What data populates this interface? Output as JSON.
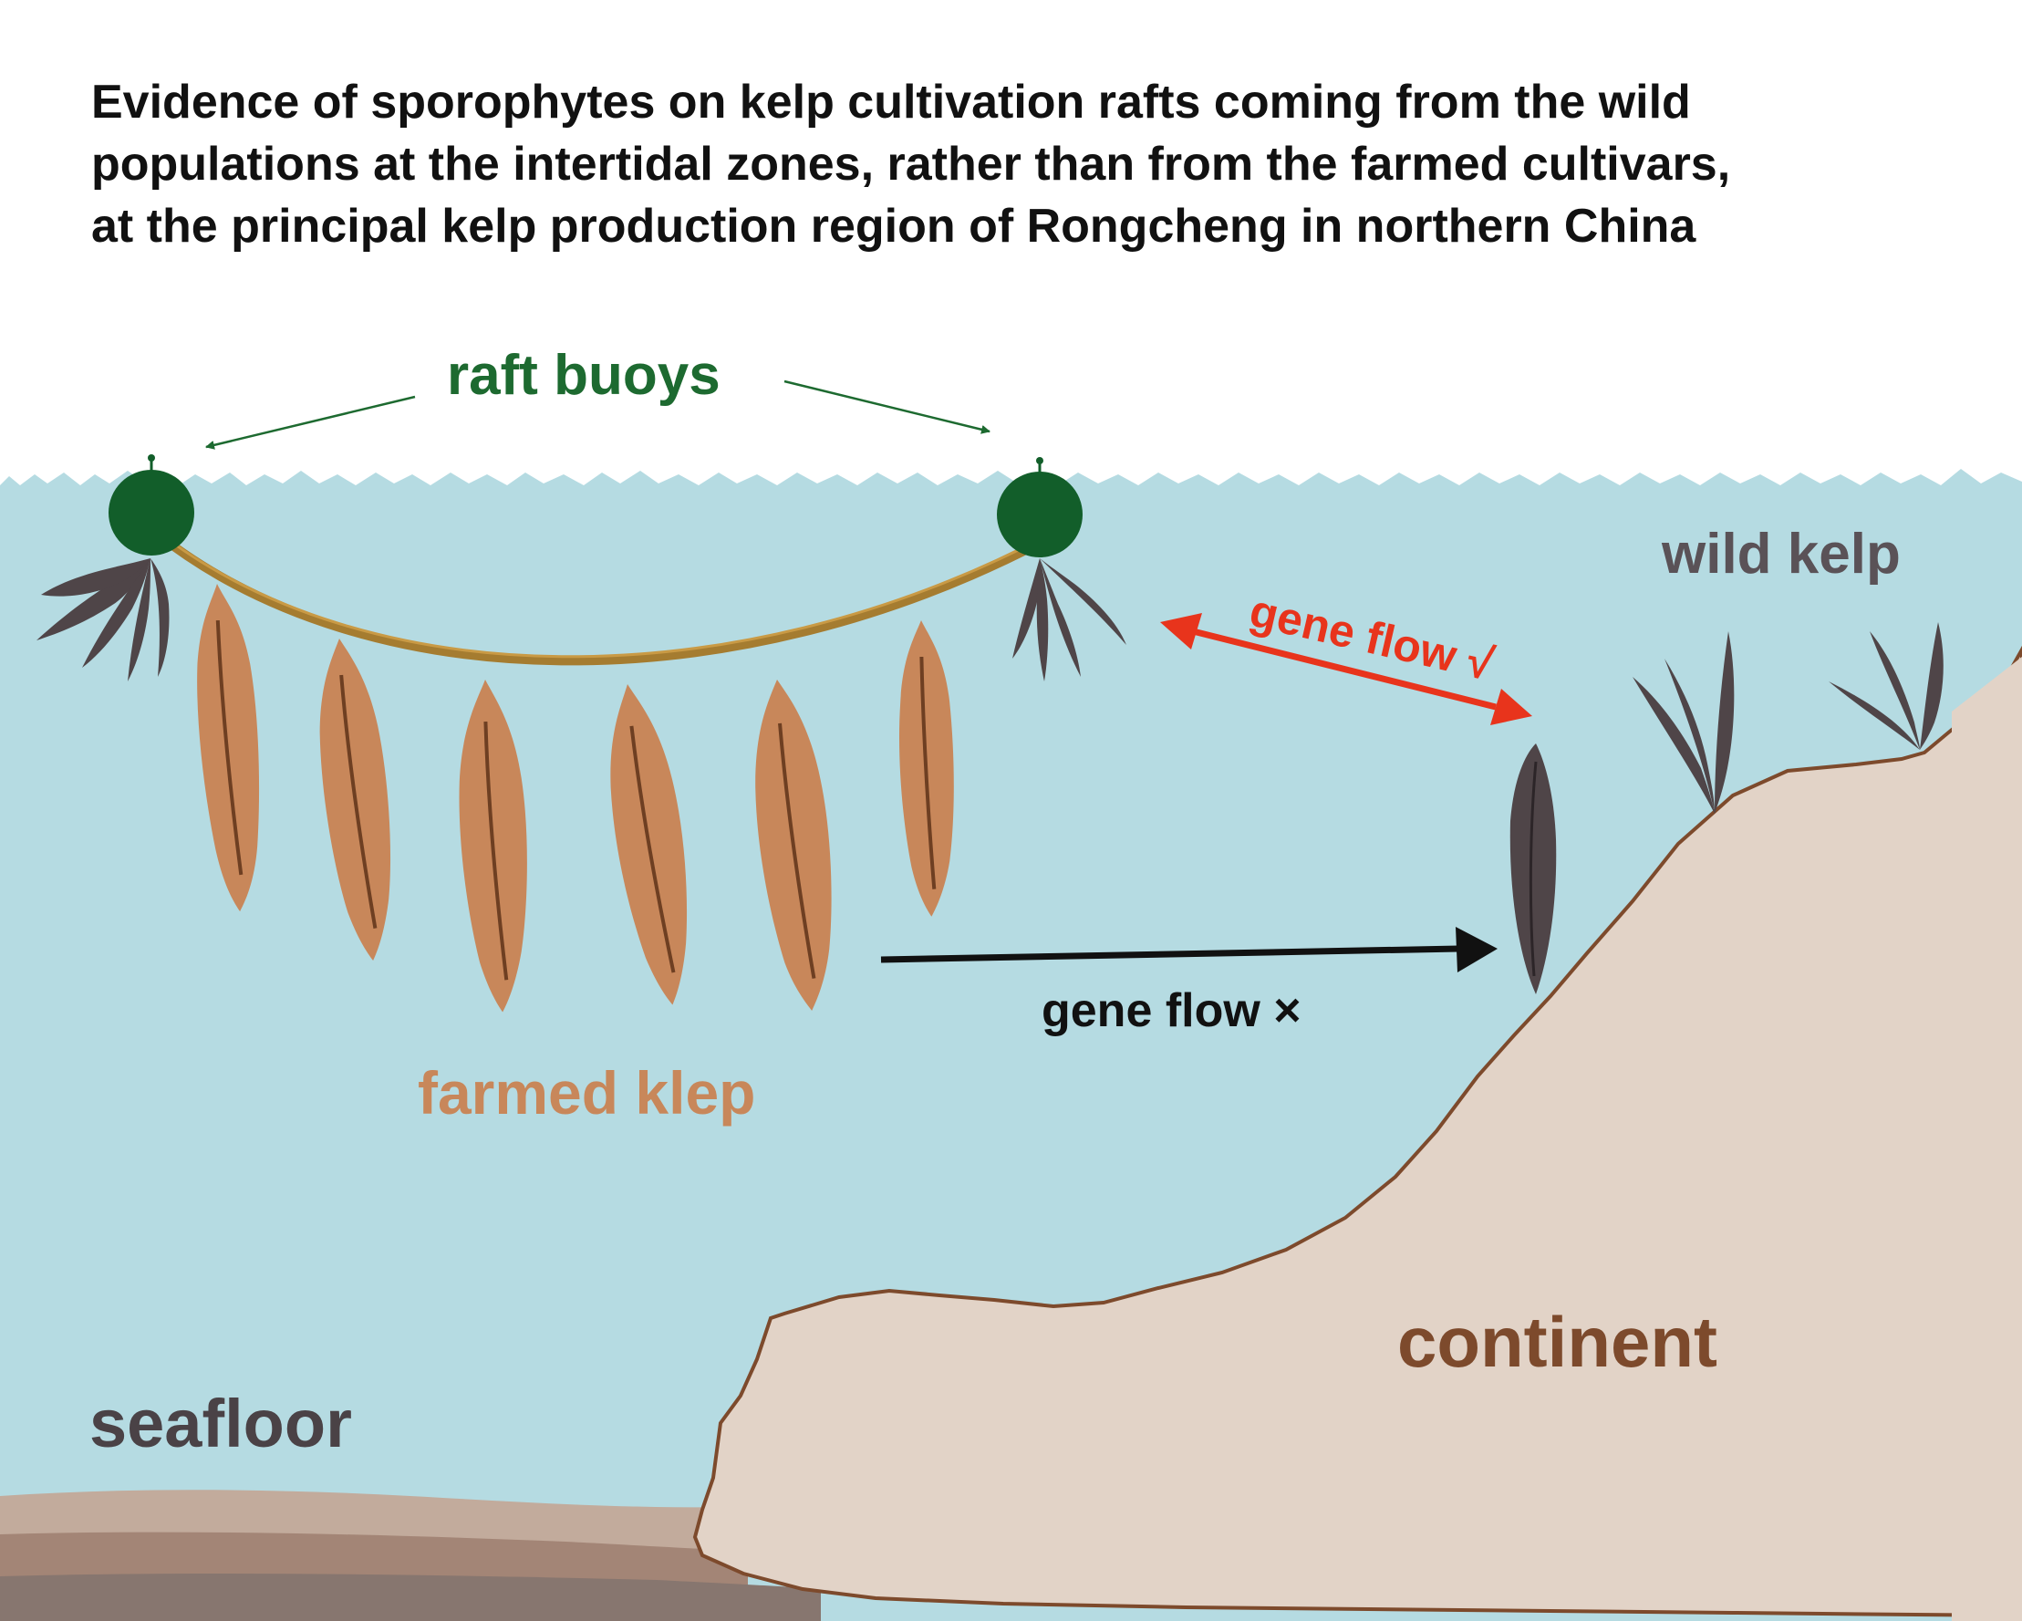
{
  "title": {
    "line1": "Evidence of sporophytes on kelp cultivation rafts coming from  the wild",
    "line2": "populations at the intertidal zones, rather than from the farmed cultivars,",
    "line3": "at the principal kelp production region of Rongcheng in northern China"
  },
  "labels": {
    "raft_buoys": "raft buoys",
    "wild_kelp": "wild kelp",
    "gene_flow_yes": "gene flow √",
    "gene_flow_no": "gene flow ×",
    "farmed_kelp": "farmed klep",
    "continent": "continent",
    "seafloor": "seafloor"
  },
  "colors": {
    "water": "#b5dbe2",
    "buoy": "#125e2a",
    "farmed_kelp": "#c8875a",
    "wild_kelp": "#4f4548",
    "rope": "#a57c30",
    "continent": "#e2d3c7",
    "continent_outline": "#7d4a2c",
    "gene_flow_yes": "#e8341c",
    "gene_flow_no": "#111111",
    "raft_label": "#1d6a30",
    "seafloor_label": "#4a4246",
    "wild_label": "#5a5257",
    "continent_label": "#7d4a2c",
    "farmed_label": "#c8875a"
  }
}
